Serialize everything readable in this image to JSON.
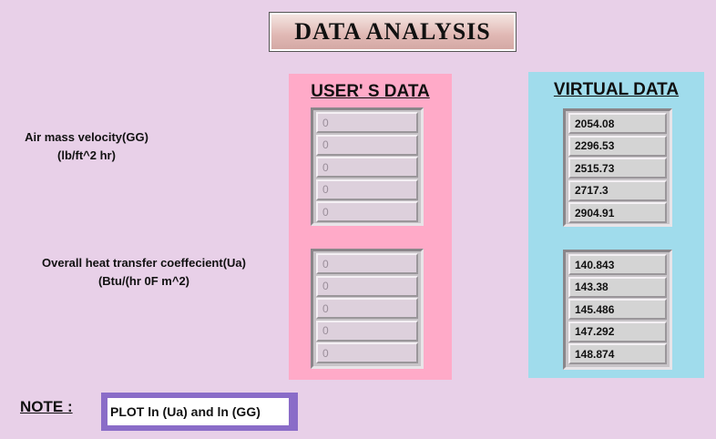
{
  "title": "DATA ANALYSIS",
  "labels": {
    "gg_line1": "Air mass velocity(GG)",
    "gg_line2": "(lb/ft^2 hr)",
    "ua_line1": "Overall heat transfer coeffecient(Ua)",
    "ua_line2": "(Btu/(hr 0F m^2)"
  },
  "user_panel": {
    "title": "USER' S DATA",
    "gg_values": [
      "0",
      "0",
      "0",
      "0",
      "0"
    ],
    "ua_values": [
      "0",
      "0",
      "0",
      "0",
      "0"
    ]
  },
  "virtual_panel": {
    "title": "VIRTUAL DATA",
    "gg_values": [
      "2054.08",
      "2296.53",
      "2515.73",
      "2717.3",
      "2904.91"
    ],
    "ua_values": [
      "140.843",
      "143.38",
      "145.486",
      "147.292",
      "148.874"
    ]
  },
  "note": {
    "label": "NOTE :",
    "text": "PLOT ln (Ua) and ln (GG)"
  },
  "colors": {
    "background": "#e8d0e8",
    "user_panel": "#ffaac8",
    "virtual_panel": "#a0dcec",
    "note_border": "#8a6cc8"
  }
}
